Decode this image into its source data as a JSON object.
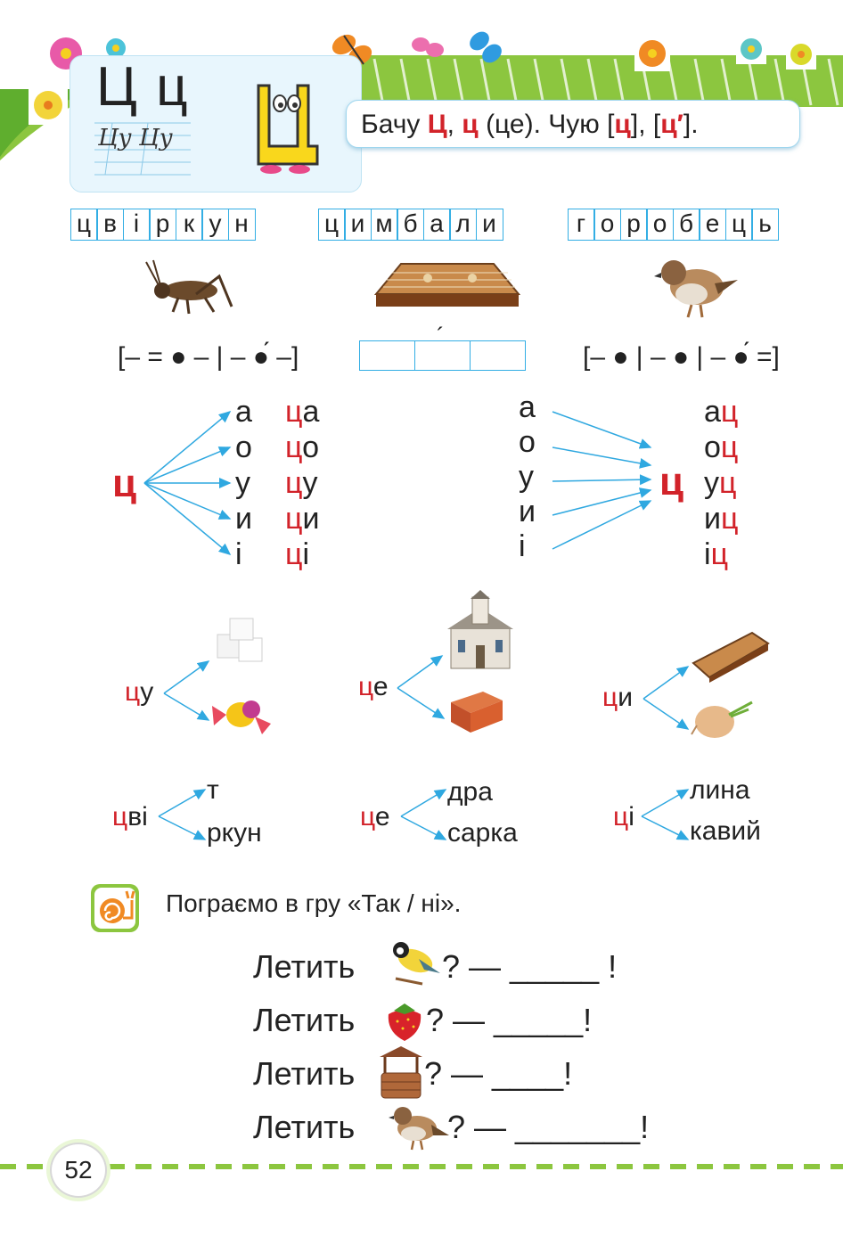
{
  "header": {
    "big_letters": "Ц ц",
    "script_letters": "Цу Цу",
    "speech_prefix": "Бачу ",
    "speech_upper": "Ц",
    "speech_comma": ", ",
    "speech_lower": "ц",
    "speech_middle": " (це). Чую  [",
    "speech_hard": "ц",
    "speech_sep": "], [",
    "speech_soft": "ц′",
    "speech_end": "]."
  },
  "words": [
    {
      "letters": [
        "ц",
        "в",
        "і",
        "р",
        "к",
        "у",
        "н"
      ]
    },
    {
      "letters": [
        "ц",
        "и",
        "м",
        "б",
        "а",
        "л",
        "и"
      ]
    },
    {
      "letters": [
        "г",
        "о",
        "р",
        "о",
        "б",
        "е",
        "ц",
        "ь"
      ]
    }
  ],
  "schemes": {
    "left": "[– = ● – | – ●́ –]",
    "right": "[– ● | – ● | – ●́ =]",
    "accent_mark": "´"
  },
  "syllables": {
    "left_letter": "ц",
    "vowels": [
      "а",
      "о",
      "у",
      "и",
      "і"
    ],
    "forward": [
      {
        "c": "ц",
        "v": "а"
      },
      {
        "c": "ц",
        "v": "о"
      },
      {
        "c": "ц",
        "v": "у"
      },
      {
        "c": "ц",
        "v": "и"
      },
      {
        "c": "ц",
        "v": "і"
      }
    ],
    "right_letter": "ц",
    "reverse": [
      {
        "v": "а",
        "c": "ц"
      },
      {
        "v": "о",
        "c": "ц"
      },
      {
        "v": "у",
        "c": "ц"
      },
      {
        "v": "и",
        "c": "ц"
      },
      {
        "v": "і",
        "c": "ц"
      }
    ]
  },
  "picture_syllables": [
    {
      "c": "ц",
      "v": "у"
    },
    {
      "c": "ц",
      "v": "е"
    },
    {
      "c": "ц",
      "v": "и"
    }
  ],
  "chains": [
    {
      "start_red": "ц",
      "start_rest": "ві",
      "endings": [
        "т",
        "ркун"
      ]
    },
    {
      "start_red": "ц",
      "start_rest": "е",
      "endings": [
        "дра",
        "сарка"
      ]
    },
    {
      "start_red": "ц",
      "start_rest": "і",
      "endings": [
        "лина",
        "кавий"
      ]
    }
  ],
  "game": {
    "instruction": "Пограємо в гру «Так / ні».",
    "lines": [
      {
        "word": "Летить",
        "tail": "? — _____ !"
      },
      {
        "word": "Летить",
        "tail": " ?  — _____!"
      },
      {
        "word": "Летить",
        "tail": "? — ____!"
      },
      {
        "word": "Летить",
        "tail": " ? — _______!"
      }
    ]
  },
  "page_number": "52"
}
